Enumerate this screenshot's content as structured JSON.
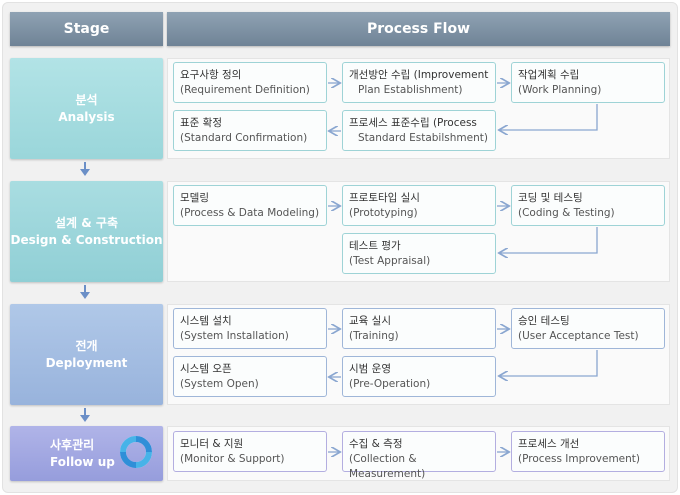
{
  "header": {
    "stage_label": "Stage",
    "flow_label": "Process Flow"
  },
  "colors": {
    "analysis": "#a6dde0",
    "design": "#98d5da",
    "deployment": "#a3bde2",
    "followup": "#a3a8e0"
  },
  "stages": [
    {
      "ko": "분석",
      "en": "Analysis"
    },
    {
      "ko": "설계 & 구축",
      "en": "Design & Construction"
    },
    {
      "ko": "전개",
      "en": "Deployment"
    },
    {
      "ko": "사후관리",
      "en": "Follow up"
    }
  ],
  "steps": {
    "analysis": [
      {
        "ko": "요구사항 정의",
        "en": "(Requirement Definition)"
      },
      {
        "ko": "개선방안 수립 (Improvement",
        "en": "Plan Establishment)"
      },
      {
        "ko": "작업계획 수립",
        "en": "(Work Planning)"
      },
      {
        "ko": "표준 확정",
        "en": "(Standard Confirmation)"
      },
      {
        "ko": "프로세스 표준수립 (Process",
        "en": "Standard Estabilshment)"
      }
    ],
    "design": [
      {
        "ko": "모델링",
        "en": "(Process & Data Modeling)"
      },
      {
        "ko": "프로토타입 실시",
        "en": "(Prototyping)"
      },
      {
        "ko": "코딩 및 테스팅",
        "en": "(Coding & Testing)"
      },
      {
        "ko": "테스트 평가",
        "en": "(Test Appraisal)"
      }
    ],
    "deployment": [
      {
        "ko": "시스템 설치",
        "en": "(System Installation)"
      },
      {
        "ko": "교육 실시",
        "en": "(Training)"
      },
      {
        "ko": "승인 테스팅",
        "en": "(User Acceptance Test)"
      },
      {
        "ko": "시스템 오픈",
        "en": "(System Open)"
      },
      {
        "ko": "시범 운영",
        "en": "(Pre-Operation)"
      }
    ],
    "followup": [
      {
        "ko": "모니터 & 지원",
        "en": "(Monitor & Support)"
      },
      {
        "ko": "수집 & 측정",
        "en": "(Collection & Measurement)"
      },
      {
        "ko": "프로세스 개선",
        "en": "(Process Improvement)"
      }
    ]
  }
}
